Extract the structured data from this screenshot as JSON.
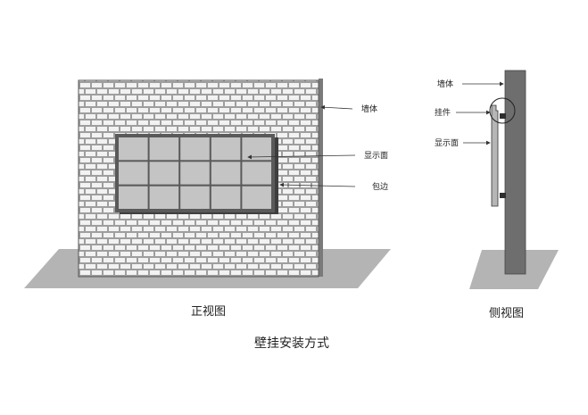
{
  "front_view": {
    "labels": {
      "wall": "墙体",
      "display_surface": "显示面",
      "edge_wrap": "包边"
    },
    "caption": "正视图",
    "screen_grid": {
      "columns": 5,
      "rows": 3
    }
  },
  "side_view": {
    "labels": {
      "wall": "墙体",
      "bracket": "挂件",
      "display_surface": "显示面"
    },
    "caption": "侧视图"
  },
  "title": "壁挂安装方式",
  "colors": {
    "ground": "#b4b4b4",
    "wall_fill": "#9e9e9e",
    "brick": "#f2f2f2",
    "screen_frame": "#5a5a5a",
    "screen_panel": "#c4c4c4",
    "side_wall": "#6e6e6e",
    "line": "#333333"
  }
}
